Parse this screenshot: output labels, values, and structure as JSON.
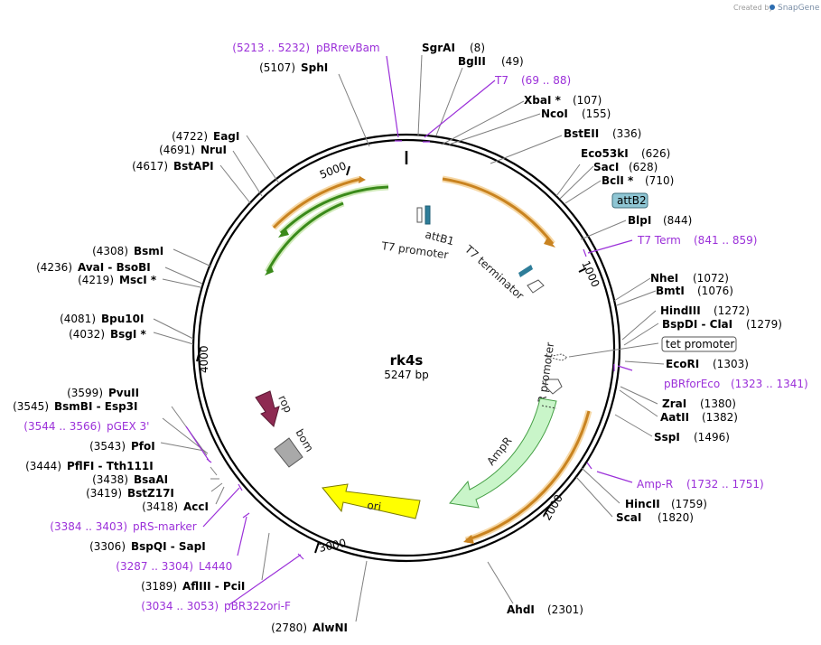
{
  "credit": {
    "prefix": "Created by",
    "brand": "SnapGene"
  },
  "plasmid": {
    "name": "rk4s",
    "size_label": "5247 bp",
    "length": 5247
  },
  "ticks": [
    "1000",
    "2000",
    "3000",
    "4000",
    "5000"
  ],
  "sites": [
    {
      "name": "SgrAI",
      "pos": "(8)",
      "style": "site"
    },
    {
      "name": "BglII",
      "pos": "(49)",
      "style": "site"
    },
    {
      "name": "T7",
      "pos": "(69 .. 88)",
      "style": "primer"
    },
    {
      "name": "XbaI *",
      "pos": "(107)",
      "style": "site"
    },
    {
      "name": "NcoI",
      "pos": "(155)",
      "style": "site"
    },
    {
      "name": "BstEII",
      "pos": "(336)",
      "style": "site"
    },
    {
      "name": "Eco53kI",
      "pos": "(626)",
      "style": "site"
    },
    {
      "name": "SacI",
      "pos": "(628)",
      "style": "site"
    },
    {
      "name": "BclI *",
      "pos": "(710)",
      "style": "site"
    },
    {
      "name": "attB2",
      "pos": "",
      "style": "boxed-blue"
    },
    {
      "name": "BlpI",
      "pos": "(844)",
      "style": "site"
    },
    {
      "name": "T7 Term",
      "pos": "(841 .. 859)",
      "style": "primer"
    },
    {
      "name": "NheI",
      "pos": "(1072)",
      "style": "site"
    },
    {
      "name": "BmtI",
      "pos": "(1076)",
      "style": "site"
    },
    {
      "name": "HindIII",
      "pos": "(1272)",
      "style": "site"
    },
    {
      "name": "BspDI - ClaI",
      "pos": "(1279)",
      "style": "site"
    },
    {
      "name": "tet promoter",
      "pos": "",
      "style": "boxed"
    },
    {
      "name": "EcoRI",
      "pos": "(1303)",
      "style": "site"
    },
    {
      "name": "pBRforEco",
      "pos": "(1323 .. 1341)",
      "style": "primer"
    },
    {
      "name": "ZraI",
      "pos": "(1380)",
      "style": "site"
    },
    {
      "name": "AatII",
      "pos": "(1382)",
      "style": "site"
    },
    {
      "name": "SspI",
      "pos": "(1496)",
      "style": "site"
    },
    {
      "name": "Amp-R",
      "pos": "(1732 .. 1751)",
      "style": "primer"
    },
    {
      "name": "HincII",
      "pos": "(1759)",
      "style": "site"
    },
    {
      "name": "ScaI",
      "pos": "(1820)",
      "style": "site"
    },
    {
      "name": "AhdI",
      "pos": "(2301)",
      "style": "site"
    },
    {
      "name": "AlwNI",
      "pos": "(2780)",
      "style": "site"
    },
    {
      "name": "pBR322ori-F",
      "pos": "(3034 .. 3053)",
      "style": "primer"
    },
    {
      "name": "AflIII - PciI",
      "pos": "(3189)",
      "style": "site"
    },
    {
      "name": "L4440",
      "pos": "(3287 .. 3304)",
      "style": "primer"
    },
    {
      "name": "BspQI - SapI",
      "pos": "(3306)",
      "style": "site"
    },
    {
      "name": "pRS-marker",
      "pos": "(3384 .. 3403)",
      "style": "primer"
    },
    {
      "name": "AccI",
      "pos": "(3418)",
      "style": "site"
    },
    {
      "name": "BstZ17I",
      "pos": "(3419)",
      "style": "site"
    },
    {
      "name": "BsaAI",
      "pos": "(3438)",
      "style": "site"
    },
    {
      "name": "PflFI - Tth111I",
      "pos": "(3444)",
      "style": "site"
    },
    {
      "name": "PfoI",
      "pos": "(3543)",
      "style": "site"
    },
    {
      "name": "pGEX 3'",
      "pos": "(3544 .. 3566)",
      "style": "primer"
    },
    {
      "name": "BsmBI - Esp3I",
      "pos": "(3545)",
      "style": "site"
    },
    {
      "name": "PvuII",
      "pos": "(3599)",
      "style": "site"
    },
    {
      "name": "BsgI *",
      "pos": "(4032)",
      "style": "site"
    },
    {
      "name": "Bpu10I",
      "pos": "(4081)",
      "style": "site"
    },
    {
      "name": "MscI *",
      "pos": "(4219)",
      "style": "site"
    },
    {
      "name": "AvaI - BsoBI",
      "pos": "(4236)",
      "style": "site"
    },
    {
      "name": "BsmI",
      "pos": "(4308)",
      "style": "site"
    },
    {
      "name": "BstAPI",
      "pos": "(4617)",
      "style": "site"
    },
    {
      "name": "NruI",
      "pos": "(4691)",
      "style": "site"
    },
    {
      "name": "EagI",
      "pos": "(4722)",
      "style": "site"
    },
    {
      "name": "SphI",
      "pos": "(5107)",
      "style": "site"
    },
    {
      "name": "pBRrevBam",
      "pos": "(5213 .. 5232)",
      "style": "primer"
    }
  ],
  "features": {
    "t7_promoter": "T7 promoter",
    "attb1": "attB1",
    "t7_terminator": "T7 terminator",
    "ampr_promoter": "AmpR promoter",
    "ampr": "AmpR",
    "ori": "ori",
    "rop": "rop",
    "bom": "bom"
  },
  "colors": {
    "primer": "#9b30d9",
    "orf_orange": "#e8a23a",
    "orf_green": "#3a8a1a",
    "ampr_fill": "#c9f5c9",
    "ori_fill": "#ffff00",
    "rop_fill": "#8e2a52",
    "bom_fill": "#a9a9a9",
    "attb_fill": "#2e7d99"
  }
}
